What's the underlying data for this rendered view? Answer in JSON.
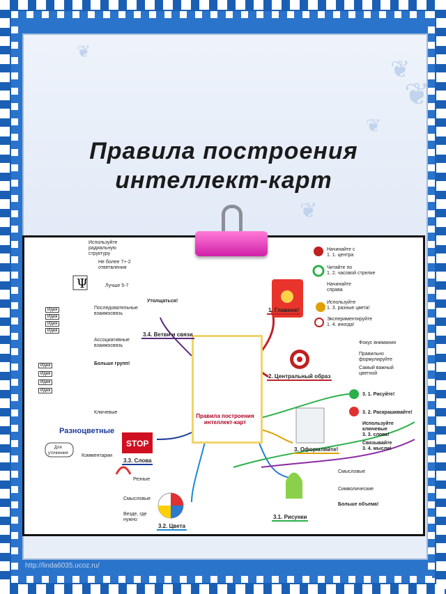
{
  "slide": {
    "title_line1": "Правила построения",
    "title_line2": "интеллект-карт",
    "footer_url": "http://linda6035.ucoz.ru/"
  },
  "mindmap": {
    "center_label": "Правила построения интеллект-карт",
    "branches": {
      "b1": "1. Главное!",
      "b2": "2. Центральный образ",
      "b3": "3. Оформляйте!",
      "b31": "3.1. Рисунки",
      "b32": "3.2. Цвета",
      "b33": "3.3. Слова",
      "b34": "3.4. Ветви и связи"
    },
    "right_items": [
      "Начинайте с\n1. 1. центра",
      "Читайте по\n1. 2. часовой стрелке",
      "Начинайте\nсправа",
      "Используйте\n1. 3. разные цвета!",
      "Экспериментируйте\n1. 4. иногда!",
      "Фокус внимания",
      "Правильно\nформулируйте",
      "Самый важный\nцветной"
    ],
    "oform_items": [
      "3. 1. Рисуйте!",
      "3. 2. Раскрашивайте!",
      "Используйте\nключевые\n3. 3. слова!",
      "Связывайте\n3. 4. мысли!"
    ],
    "pic_items": [
      "Смысловые",
      "Символические",
      "Больше объема!"
    ],
    "left_top_items": [
      "Используйте\nрадиальную\nструктуру",
      "Не более 7+-2\nответвления",
      "Лучше 5-7",
      "Утолщаться!"
    ],
    "assoc_items": [
      "Последовательные\nвзаимосвязь",
      "Ассоциативные\nвзаимосвязь",
      "Больше групп!"
    ],
    "idea_word": "Идея",
    "word_items": [
      "Ключевые",
      "Разноцветные",
      "Комментарии",
      "Для\nуточнения"
    ],
    "color_items": [
      "Резные",
      "Смысловые",
      "Везде, где\nнужно"
    ],
    "stop_text": "STOP"
  }
}
